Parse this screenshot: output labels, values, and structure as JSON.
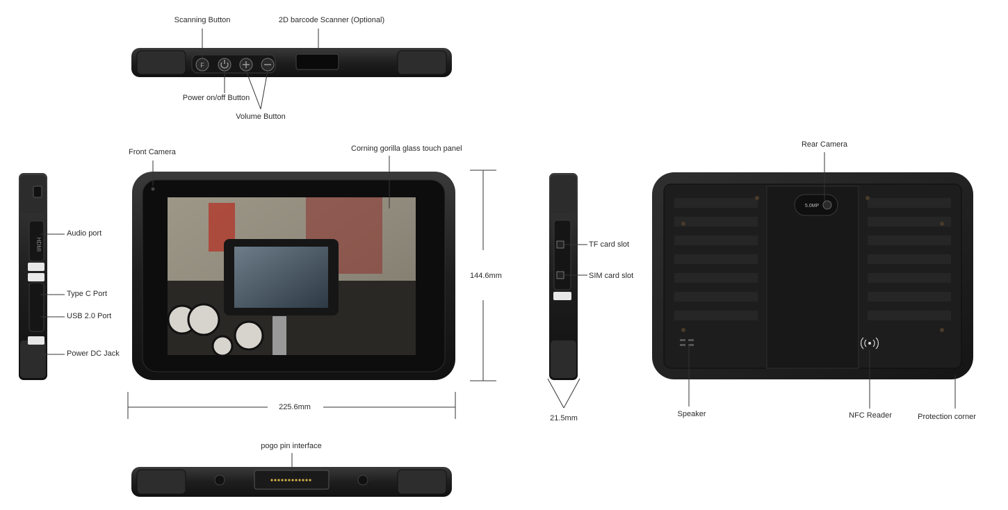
{
  "labels": {
    "scanning_button": "Scanning Button",
    "barcode_scanner": "2D barcode Scanner (Optional)",
    "power_button": "Power on/off Button",
    "volume_button": "Volume Button",
    "front_camera": "Front Camera",
    "glass_panel": "Corning gorilla glass touch panel",
    "audio_port": "Audio port",
    "type_c_port": "Type C Port",
    "usb_port": "USB 2.0 Port",
    "power_dc_jack": "Power DC Jack",
    "tf_card_slot": "TF card slot",
    "sim_card_slot": "SIM card slot",
    "rear_camera": "Rear Camera",
    "speaker": "Speaker",
    "nfc_reader": "NFC Reader",
    "protection_corner": "Protection corner",
    "pogo_pin": "pogo pin interface"
  },
  "dimensions": {
    "height": "144.6mm",
    "width": "225.6mm",
    "thickness": "21.5mm"
  },
  "device_marks": {
    "camera_resolution": "5.0MP",
    "hdmi": "HDMI"
  },
  "colors": {
    "body": "#1c1c1c",
    "bumper": "#2b2b2b",
    "screen": "#0d0d0d",
    "leader": "#333333",
    "pogo_pin": "#d4b24a"
  }
}
